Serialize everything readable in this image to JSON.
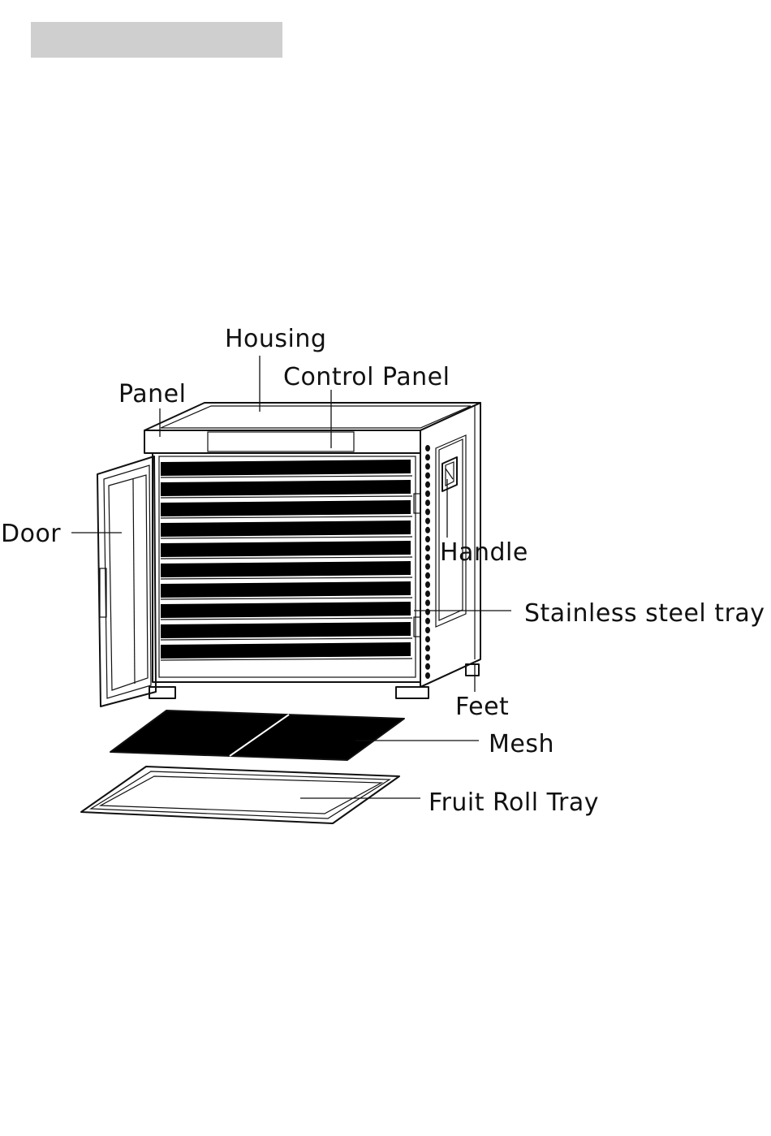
{
  "labels": {
    "housing": "Housing",
    "control_panel": "Control Panel",
    "panel": "Panel",
    "door": "Door",
    "handle": "Handle",
    "stainless_steel_tray": "Stainless steel tray",
    "feet": "Feet",
    "mesh": "Mesh",
    "fruit_roll_tray": "Fruit Roll Tray"
  },
  "tray_count": 10,
  "colors": {
    "line": "#111111",
    "header_bar": "#cfcfcf",
    "tray": "#000000"
  }
}
